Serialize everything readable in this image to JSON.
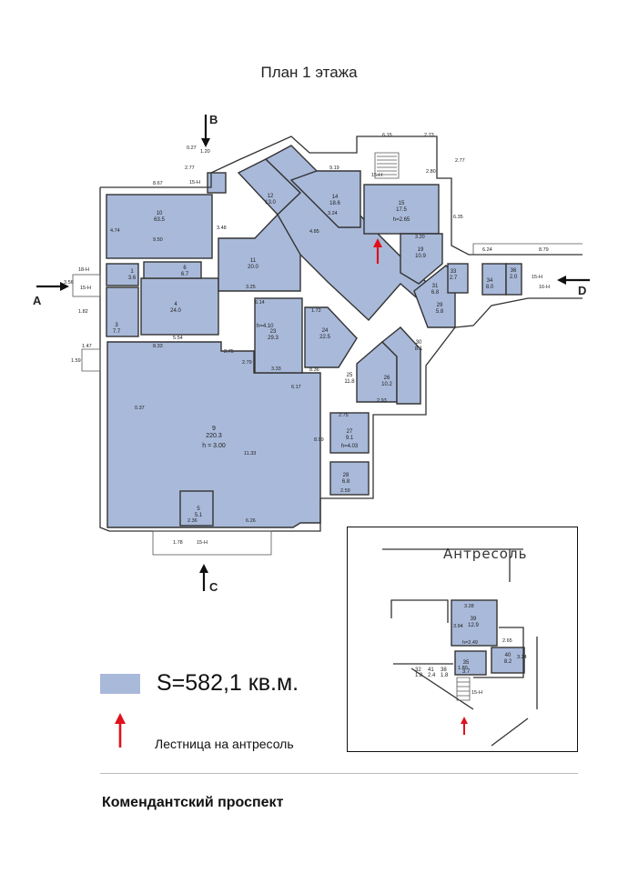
{
  "title": "План 1 этажа",
  "entrances": {
    "a": "A",
    "b": "B",
    "c": "C",
    "d": "D"
  },
  "legend": {
    "area_label": "S=582,1 кв.м.",
    "stair_label": "Лестница на антресоль",
    "area_color": "#a9b9d9",
    "arrow_color": "#e0111b"
  },
  "street": "Комендантский проспект",
  "mezzanine": {
    "title": "Антресоль",
    "rooms": [
      {
        "num": "39",
        "area": "12.9"
      },
      {
        "num": "40",
        "area": "8.2"
      },
      {
        "num": "35",
        "area": "3.7"
      }
    ],
    "labels": [
      "3.28",
      "3.94",
      "h=2.49",
      "2.65",
      "3.24",
      "1.80",
      "15-Н"
    ],
    "bottom_marks": [
      "32",
      "41",
      "38",
      "1.8",
      "2.4",
      "1.8"
    ]
  },
  "rooms": [
    {
      "num": "9",
      "area": "220.3",
      "height": "h = 3.00"
    },
    {
      "num": "10",
      "area": "63.5"
    },
    {
      "num": "4",
      "area": "24.0"
    },
    {
      "num": "3",
      "area": "7.7"
    },
    {
      "num": "1",
      "area": "3.6"
    },
    {
      "num": "6",
      "area": "6.7"
    },
    {
      "num": "11",
      "area": "20.0"
    },
    {
      "num": "12",
      "area": "13.0"
    },
    {
      "num": "14",
      "area": "18.6"
    },
    {
      "num": "15",
      "area": "17.5",
      "height": "h=2.65"
    },
    {
      "num": "19",
      "area": "10.9"
    },
    {
      "num": "23",
      "area": "29.3",
      "height": "h=4.10"
    },
    {
      "num": "24",
      "area": "22.5"
    },
    {
      "num": "26",
      "area": "10.2"
    },
    {
      "num": "27",
      "area": "9.1",
      "height": "h=4.03"
    },
    {
      "num": "28",
      "area": "6.8"
    },
    {
      "num": "29",
      "area": "5.8"
    },
    {
      "num": "30",
      "area": "8.1"
    },
    {
      "num": "31",
      "area": "6.8"
    },
    {
      "num": "33",
      "area": "2.7"
    },
    {
      "num": "34",
      "area": "8.0"
    },
    {
      "num": "36",
      "area": "2.0"
    },
    {
      "num": "25",
      "area": "11.8"
    },
    {
      "num": "5",
      "area": "5.1"
    }
  ],
  "dimensions": {
    "d1": "8.67",
    "d2": "4.74",
    "d3": "9.50",
    "d4": "3.48",
    "d5": "6.14",
    "d6": "3.25",
    "d7": "6.17",
    "d8": "11.33",
    "d9": "8.99",
    "d10": "6.26",
    "d11": "8.33",
    "d12": "5.54",
    "d13": "2.75",
    "d14": "2.79",
    "d15": "3.33",
    "d16": "8.36",
    "d17": "1.72",
    "d18": "4.85",
    "d19": "6.15",
    "d20": "2.73",
    "d21": "2.77",
    "d22": "6.35",
    "d23": "6.24",
    "d24": "8.79",
    "d25": "3.20",
    "d26": "2.93",
    "d27": "2.75",
    "d28": "2.59",
    "d29": "1.47",
    "d30": "1.59",
    "d31": "3.56",
    "d32": "1.82",
    "d33": "0.37",
    "d34": "2.36",
    "d35": "1.78",
    "d36": "0.27",
    "d37": "1.20",
    "d38": "2.77",
    "d39": "9.19",
    "d40": "3.24",
    "d41": "2.80"
  },
  "wall_marks": [
    "15-Н",
    "18-Н",
    "16-Н"
  ]
}
